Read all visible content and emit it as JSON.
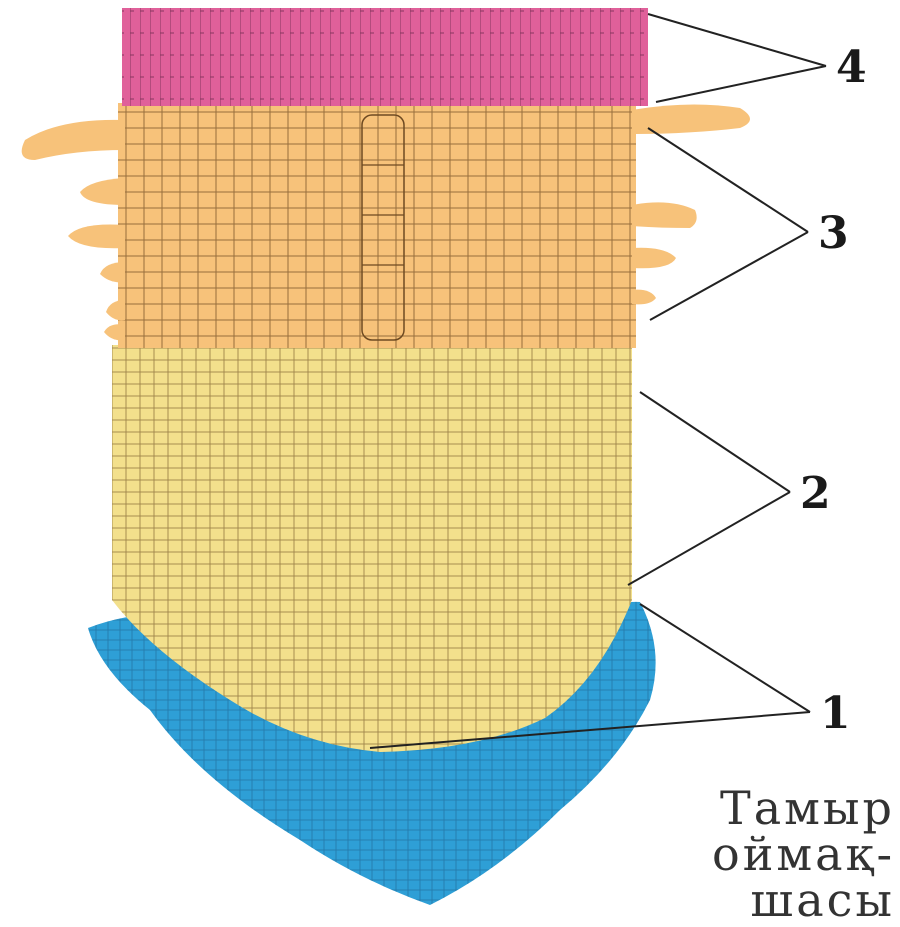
{
  "colors": {
    "root_cap": "#2e9fd6",
    "division_zone": "#f3e08c",
    "growth_zone": "#f7c27a",
    "conduction_zone": "#e0609a",
    "cell_lines": "#6b5a3a",
    "pointer_lines": "#222222"
  },
  "zones": [
    {
      "id": "root-cap-zone",
      "label": "1"
    },
    {
      "id": "division-zone",
      "label": "2"
    },
    {
      "id": "absorption-zone",
      "label": "3"
    },
    {
      "id": "conduction-zone",
      "label": "4"
    }
  ],
  "caption": {
    "line1": "Тамыр",
    "line2": "оймақ-",
    "line3": "шасы"
  }
}
